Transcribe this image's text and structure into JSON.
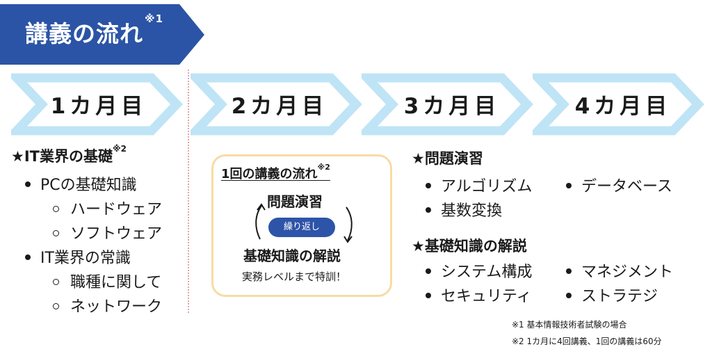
{
  "title": {
    "text": "講義の流れ",
    "note_mark": "※1"
  },
  "months": [
    "1カ月目",
    "2カ月目",
    "3カ月目",
    "4カ月目"
  ],
  "month1": {
    "heading": "★IT業界の基礎",
    "heading_mark": "※2",
    "items": [
      {
        "label": "PCの基礎知識",
        "subitems": [
          "ハードウェア",
          "ソフトウェア"
        ]
      },
      {
        "label": "IT業界の常識",
        "subitems": [
          "職種に関して",
          "ネットワーク"
        ]
      }
    ]
  },
  "flow": {
    "title": "1回の講義の流れ",
    "title_mark": "※2",
    "step_top": "問題演習",
    "cycle_label": "繰り返し",
    "step_bottom": "基礎知識の解説",
    "note": "実務レベルまで特訓！"
  },
  "month34": {
    "heading1": "★問題演習",
    "items1": [
      "アルゴリズム",
      "データベース",
      "基数変換"
    ],
    "heading2": "★基礎知識の解説",
    "items2": [
      "システム構成",
      "マネジメント",
      "セキュリティ",
      "ストラテジ"
    ]
  },
  "footnotes": [
    "※1 基本情報技術者試験の場合",
    "※2 1カ月に4回講義、1回の講義は60分"
  ],
  "colors": {
    "banner": "#2b54a6",
    "chevron_fill": "#ffffff",
    "chevron_stroke": "#bfe4f6",
    "divider": "#e6a3a8",
    "flow_border": "#f8dba4",
    "pill": "#2d54a8"
  }
}
